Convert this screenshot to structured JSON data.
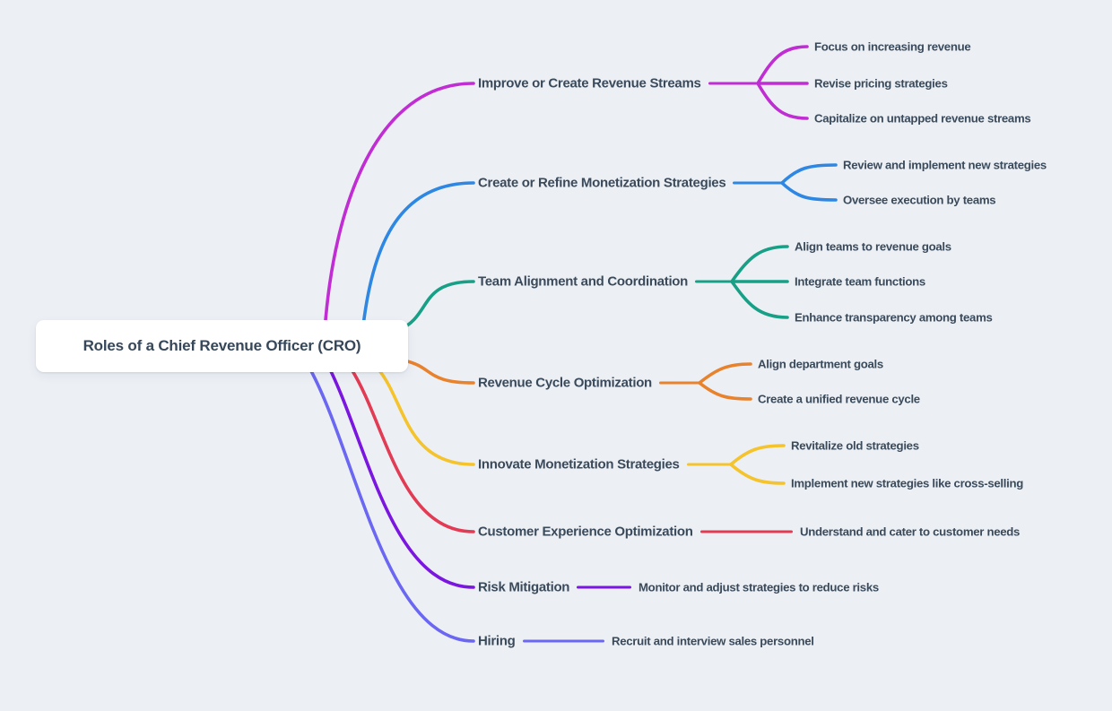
{
  "canvas": {
    "background_color": "#ecf0f5",
    "text_color": "#3a4a5b",
    "node_background": "#ffffff"
  },
  "root": {
    "label": "Roles of a Chief Revenue Officer (CRO)"
  },
  "branches": [
    {
      "label": "Improve or Create Revenue Streams",
      "color": "#c02dd3",
      "children": [
        "Focus on increasing revenue",
        "Revise pricing strategies",
        "Capitalize on untapped revenue streams"
      ]
    },
    {
      "label": "Create or Refine Monetization Strategies",
      "color": "#2e87e2",
      "children": [
        "Review and implement new strategies",
        "Oversee execution by teams"
      ]
    },
    {
      "label": "Team Alignment and Coordination",
      "color": "#17a086",
      "children": [
        "Align teams to revenue goals",
        "Integrate team functions",
        "Enhance transparency among teams"
      ]
    },
    {
      "label": "Revenue Cycle Optimization",
      "color": "#e8822d",
      "children": [
        "Align department goals",
        "Create a unified revenue cycle"
      ]
    },
    {
      "label": "Innovate Monetization Strategies",
      "color": "#f5c32b",
      "children": [
        "Revitalize old strategies",
        "Implement new strategies like cross-selling"
      ]
    },
    {
      "label": "Customer Experience Optimization",
      "color": "#e23b54",
      "children": [
        "Understand and cater to customer needs"
      ]
    },
    {
      "label": "Risk Mitigation",
      "color": "#7a16e0",
      "children": [
        "Monitor and adjust strategies to reduce risks"
      ]
    },
    {
      "label": "Hiring",
      "color": "#6b67f2",
      "children": [
        "Recruit and interview sales personnel"
      ]
    }
  ]
}
